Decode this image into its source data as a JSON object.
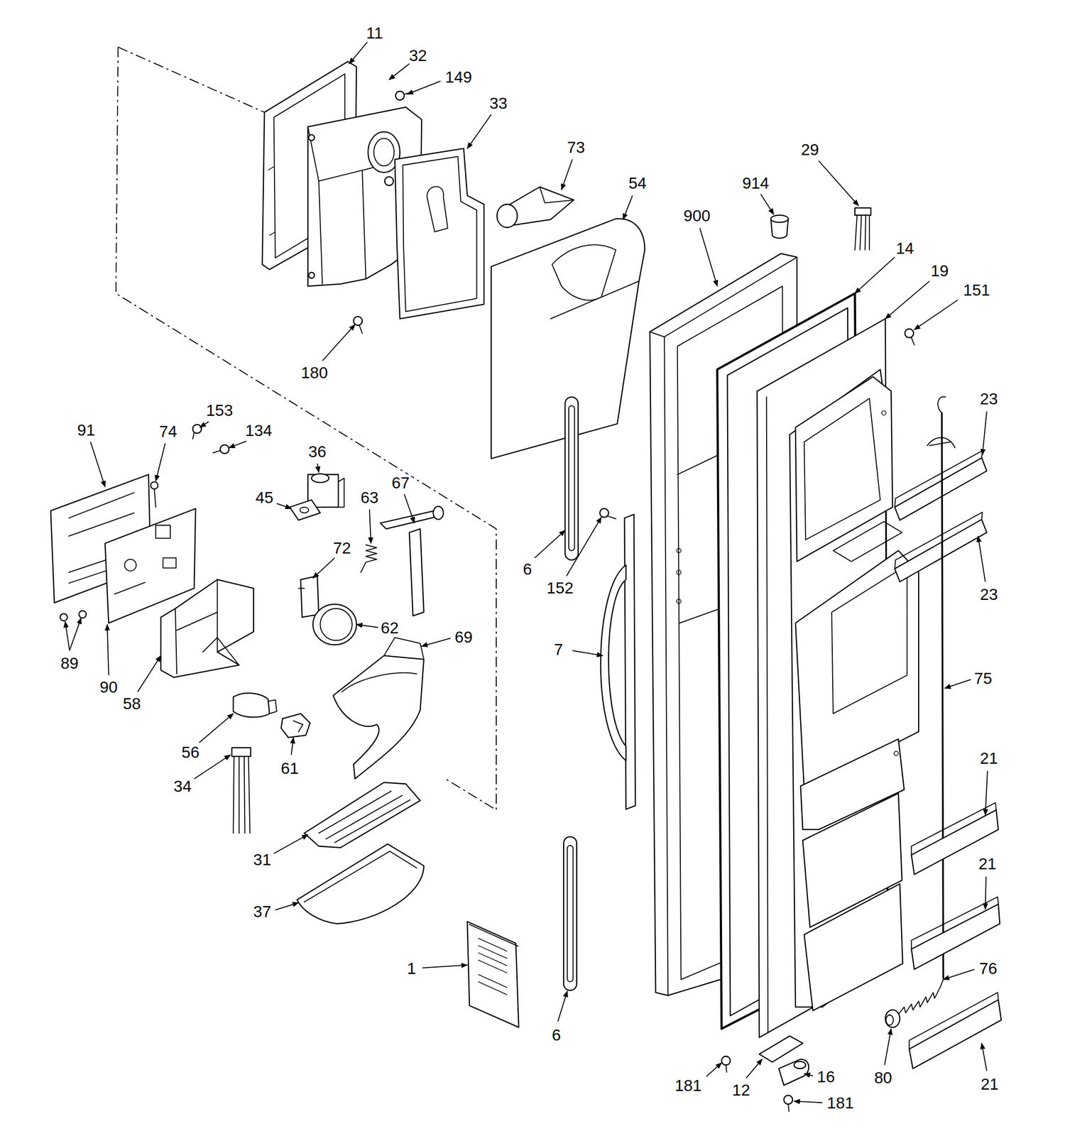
{
  "diagram": {
    "labels": [
      "11",
      "32",
      "149",
      "33",
      "73",
      "54",
      "29",
      "914",
      "900",
      "14",
      "19",
      "151",
      "180",
      "23",
      "153",
      "91",
      "134",
      "74",
      "36",
      "45",
      "63",
      "67",
      "72",
      "6",
      "152",
      "23",
      "62",
      "69",
      "7",
      "89",
      "90",
      "75",
      "58",
      "56",
      "61",
      "34",
      "21",
      "31",
      "21",
      "37",
      "1",
      "76",
      "6",
      "80",
      "181",
      "12",
      "16",
      "21",
      "181"
    ]
  }
}
